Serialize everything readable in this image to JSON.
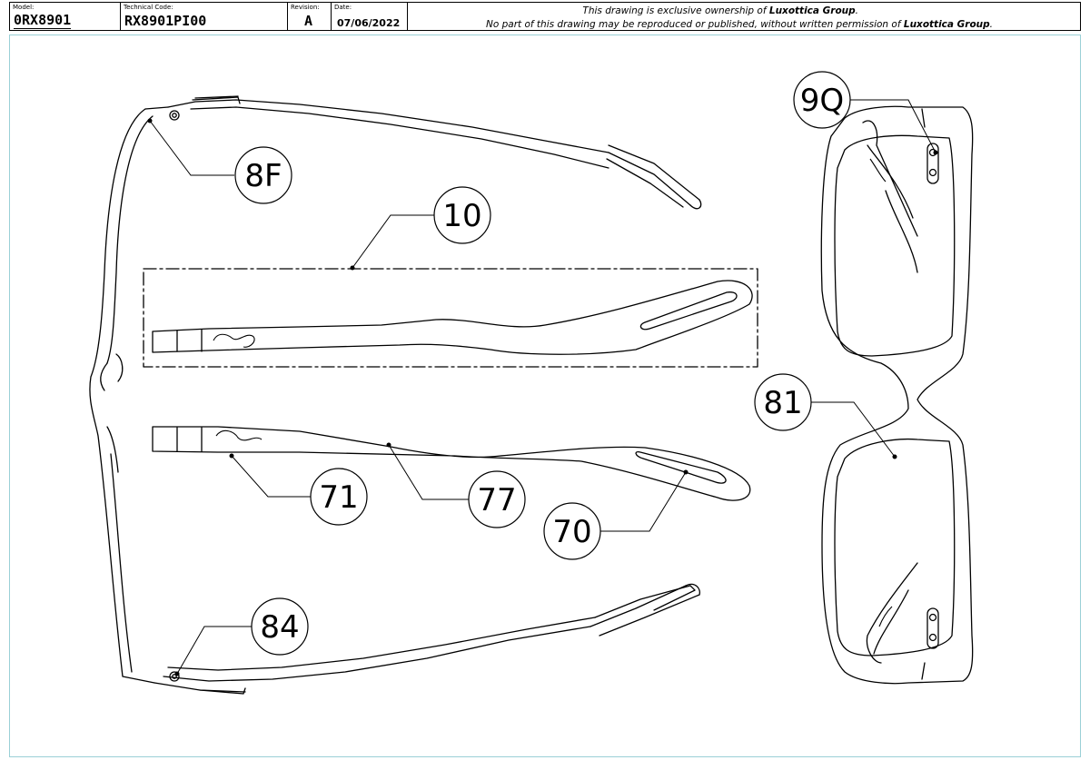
{
  "title_block": {
    "model_label": "Model:",
    "model_value": "0RX8901",
    "tech_label": "Technical Code:",
    "tech_value": "RX8901PI00",
    "rev_label": "Revision:",
    "rev_value": "A",
    "date_label": "Date:",
    "date_value": "07/06/2022",
    "note_line1_pre": "This drawing is exclusive ownership of ",
    "note_line1_bold": "Luxottica Group",
    "note_line1_post": ".",
    "note_line2_pre": "No part of this drawing may be reproduced or published, without written permission of ",
    "note_line2_bold": "Luxottica Group",
    "note_line2_post": "."
  },
  "callouts": {
    "c8F": "8F",
    "c10": "10",
    "c9Q": "9Q",
    "c81": "81",
    "c71": "71",
    "c77": "77",
    "c70": "70",
    "c84": "84"
  }
}
